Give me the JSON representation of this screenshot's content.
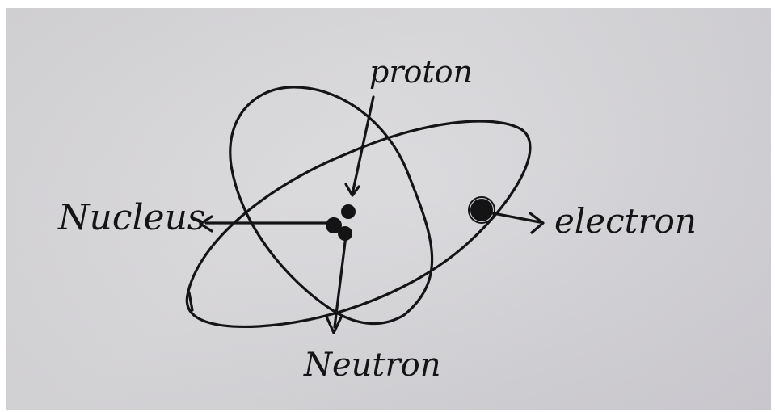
{
  "labels": {
    "proton": "proton",
    "nucleus": "Nucleus",
    "electron": "electron",
    "neutron": "Neutron"
  },
  "colors": {
    "paper": "#d6d5d8",
    "ink": "#141414"
  }
}
